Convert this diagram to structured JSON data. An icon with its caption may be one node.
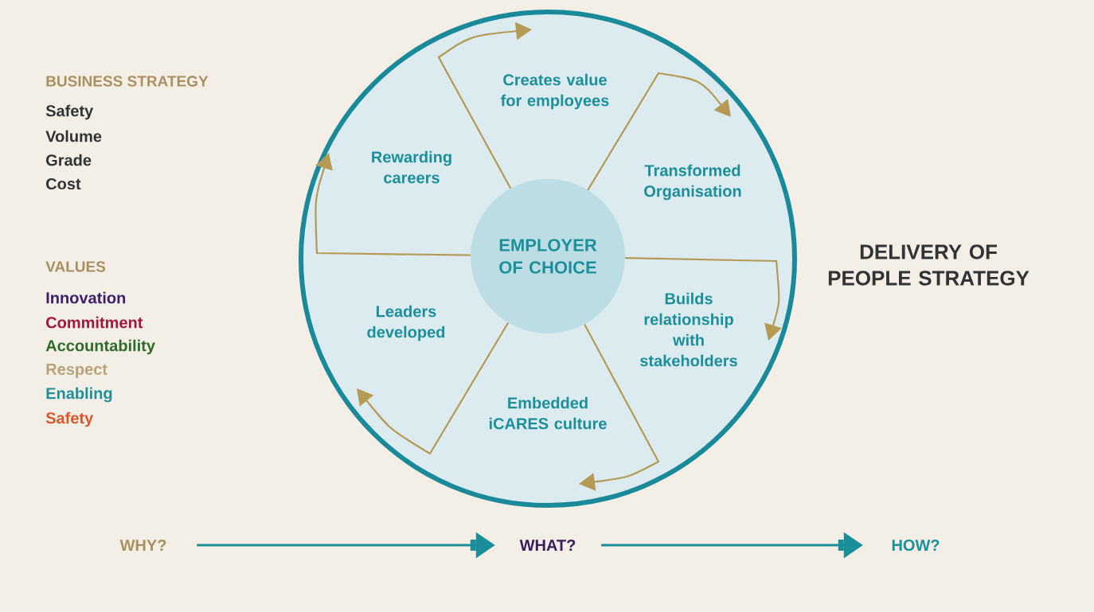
{
  "diagram": {
    "nodes": [
      {
        "text": [],
        "shape": "circle"
      },
      {
        "text": [
          "EMPLOYER OF CHOICE"
        ],
        "in": 0
      },
      {
        "text": [
          "Creates value for employees"
        ],
        "in": 0
      },
      {
        "text": [
          "Transformed Organisation"
        ],
        "in": 0
      },
      {
        "text": [
          "Builds relationship with stakeholders"
        ],
        "in": 0
      },
      {
        "text": [
          "Embedded iCARES culture"
        ],
        "in": 0
      },
      {
        "text": [
          "Leaders developed"
        ],
        "in": 0
      },
      {
        "text": [
          "Rewarding careers"
        ],
        "in": 0
      },
      {
        "text": [
          "WHY?"
        ]
      },
      {
        "text": [
          "WHAT?"
        ]
      },
      {
        "text": [
          "HOW?"
        ]
      }
    ],
    "edges": [
      {
        "from": 1,
        "to": 2,
        "arrow": "to"
      },
      {
        "from": 1,
        "to": 3,
        "arrow": "to"
      },
      {
        "from": 1,
        "to": 4,
        "arrow": "to"
      },
      {
        "from": 1,
        "to": 5,
        "arrow": "to"
      },
      {
        "from": 1,
        "to": 6,
        "arrow": "to"
      },
      {
        "from": 1,
        "to": 7,
        "arrow": "to"
      },
      {
        "from": 8,
        "to": 9,
        "arrow": "to",
        "color": "#1a8f99"
      },
      {
        "from": 9,
        "to": 10,
        "arrow": "to",
        "color": "#1a8f99"
      }
    ],
    "labels": [
      "BUSINESS STRATEGY",
      "Safety",
      "Volume",
      "Grade",
      "Cost",
      "VALUES",
      "Innovation",
      "Commitment",
      "Accountability",
      "Respect",
      "Enabling",
      "Safety",
      "DELIVERY OF PEOPLE STRATEGY"
    ]
  }
}
